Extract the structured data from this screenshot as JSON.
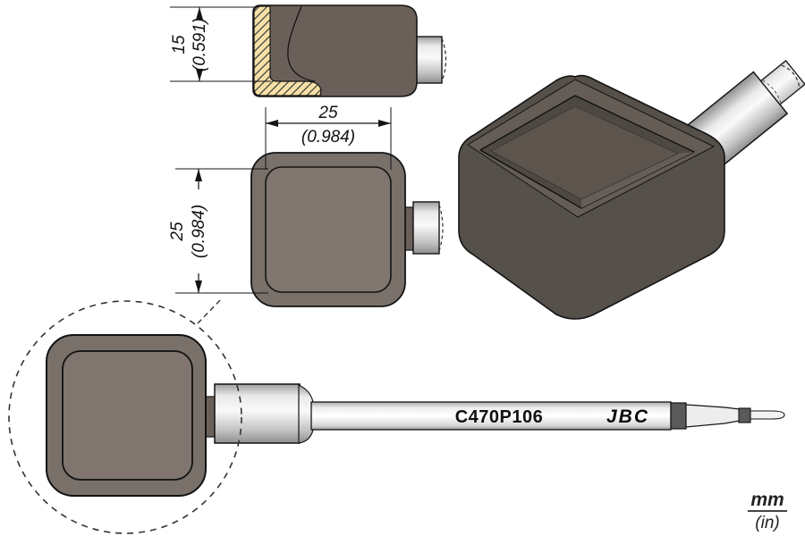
{
  "drawing": {
    "part_number": "C470P106",
    "brand": "JBC",
    "units": {
      "primary": "mm",
      "secondary": "(in)"
    },
    "dimensions": {
      "cavity_depth": {
        "mm": "15",
        "in": "(0.591)"
      },
      "width": {
        "mm": "25",
        "in": "(0.984)"
      },
      "height": {
        "mm": "25",
        "in": "(0.984)"
      }
    },
    "colors": {
      "body_dark": "#6B6059",
      "body_mid": "#79706A",
      "face": "#80756F",
      "hatch_fill": "#F6E0A6",
      "cup_side": "#56504A",
      "cup_top": "#645C55",
      "cavity_edge": "#4E4842",
      "cavity_floor": "#5C544D",
      "cavity_wall": "#665E56",
      "band_dark": "#5A5A5A",
      "outline": "#141414"
    }
  }
}
